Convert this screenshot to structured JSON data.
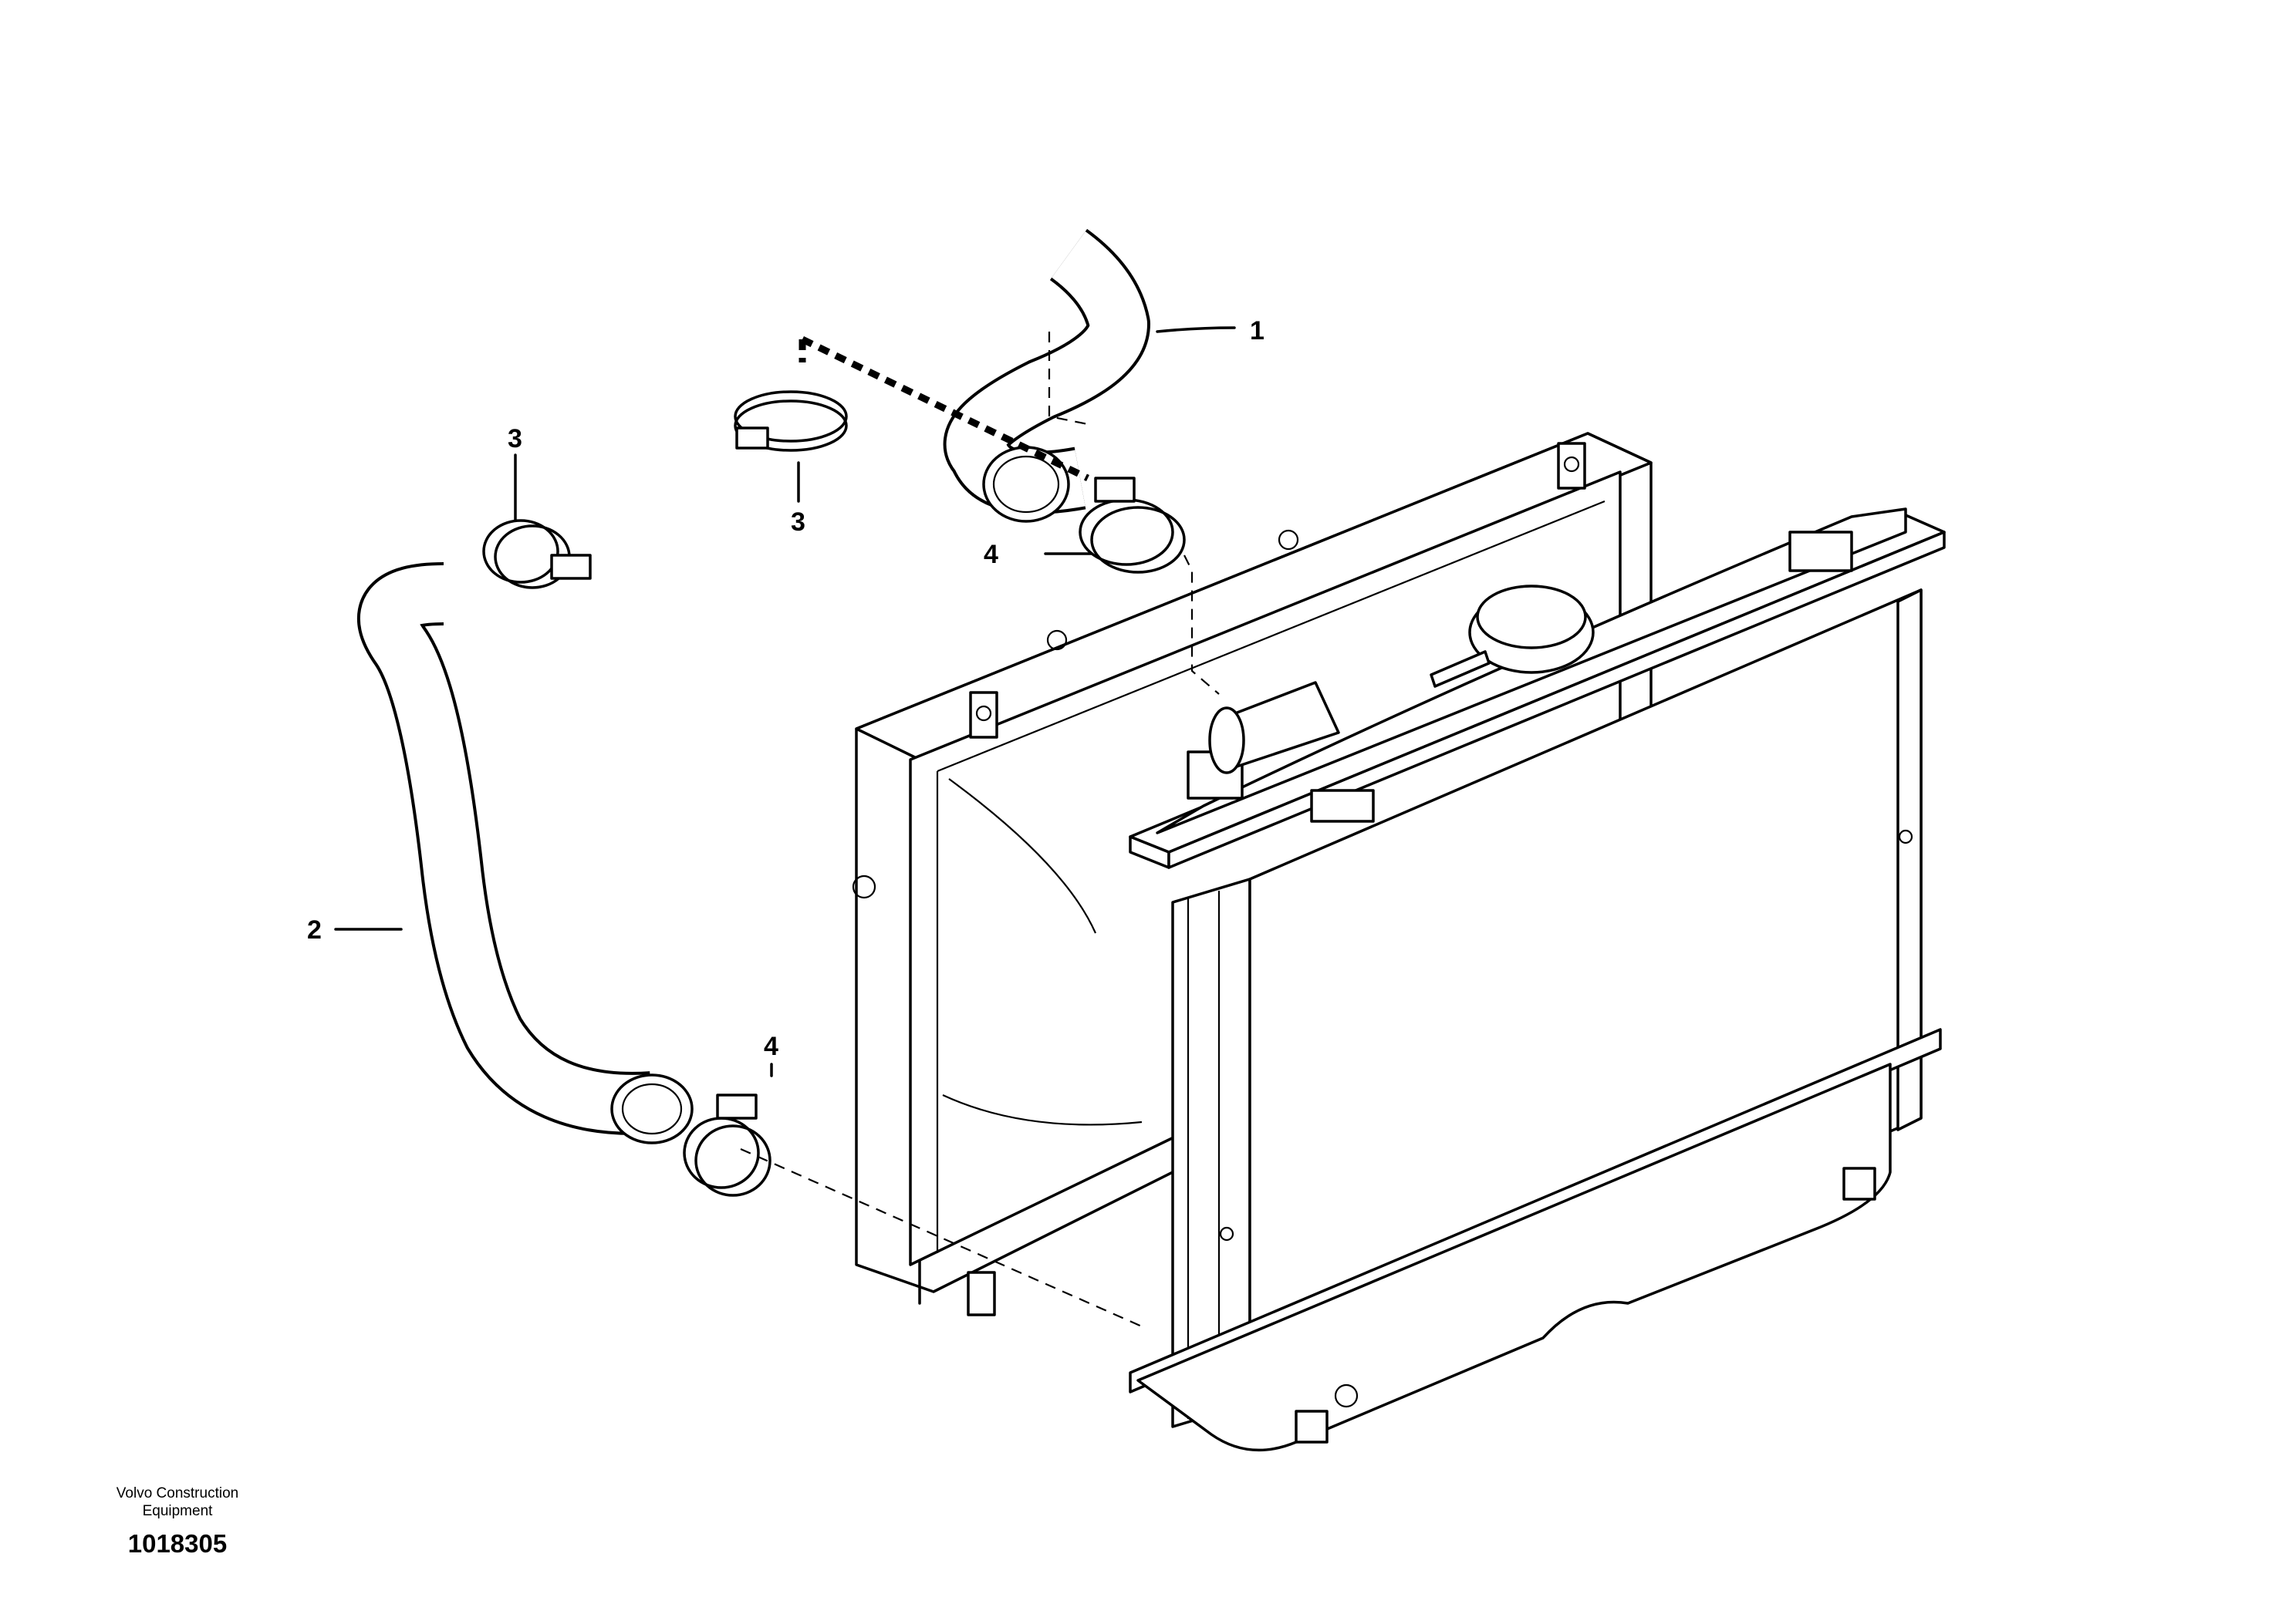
{
  "callouts": [
    {
      "id": "callout-1",
      "label": "1"
    },
    {
      "id": "callout-2",
      "label": "2"
    },
    {
      "id": "callout-3a",
      "label": "3"
    },
    {
      "id": "callout-3b",
      "label": "3"
    },
    {
      "id": "callout-4a",
      "label": "4"
    },
    {
      "id": "callout-4b",
      "label": "4"
    }
  ],
  "footer": {
    "brand_line1": "Volvo Construction",
    "brand_line2": "Equipment",
    "drawing_number": "1018305"
  }
}
